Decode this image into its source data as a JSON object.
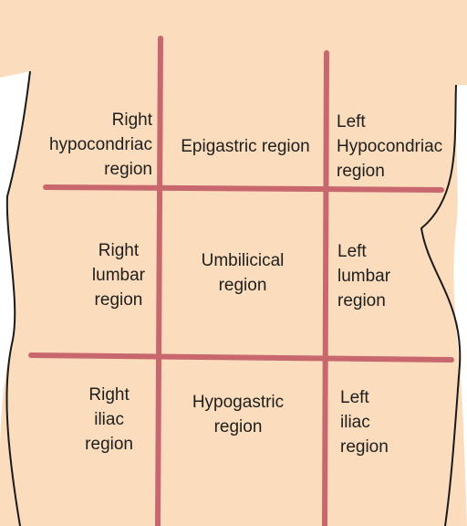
{
  "colors": {
    "background": "#ffffff",
    "skin": "#fbdcbc",
    "outline": "#1a1a1a",
    "grid_lines": "#c8676d",
    "text": "#1e1e1e"
  },
  "regions": {
    "right_hypochondriac": "Right\nhypocondriac\nregion",
    "epigastric": "Epigastric region",
    "left_hypochondriac": "Left\nHypocondriac\nregion",
    "right_lumbar": "Right\nlumbar\nregion",
    "umbilical": "Umbilicical\nregion",
    "left_lumbar": "Left\nlumbar\nregion",
    "right_iliac": "Right\niliac\nregion",
    "hypogastric": "Hypogastric\nregion",
    "left_iliac": "Left\niliac\nregion"
  }
}
